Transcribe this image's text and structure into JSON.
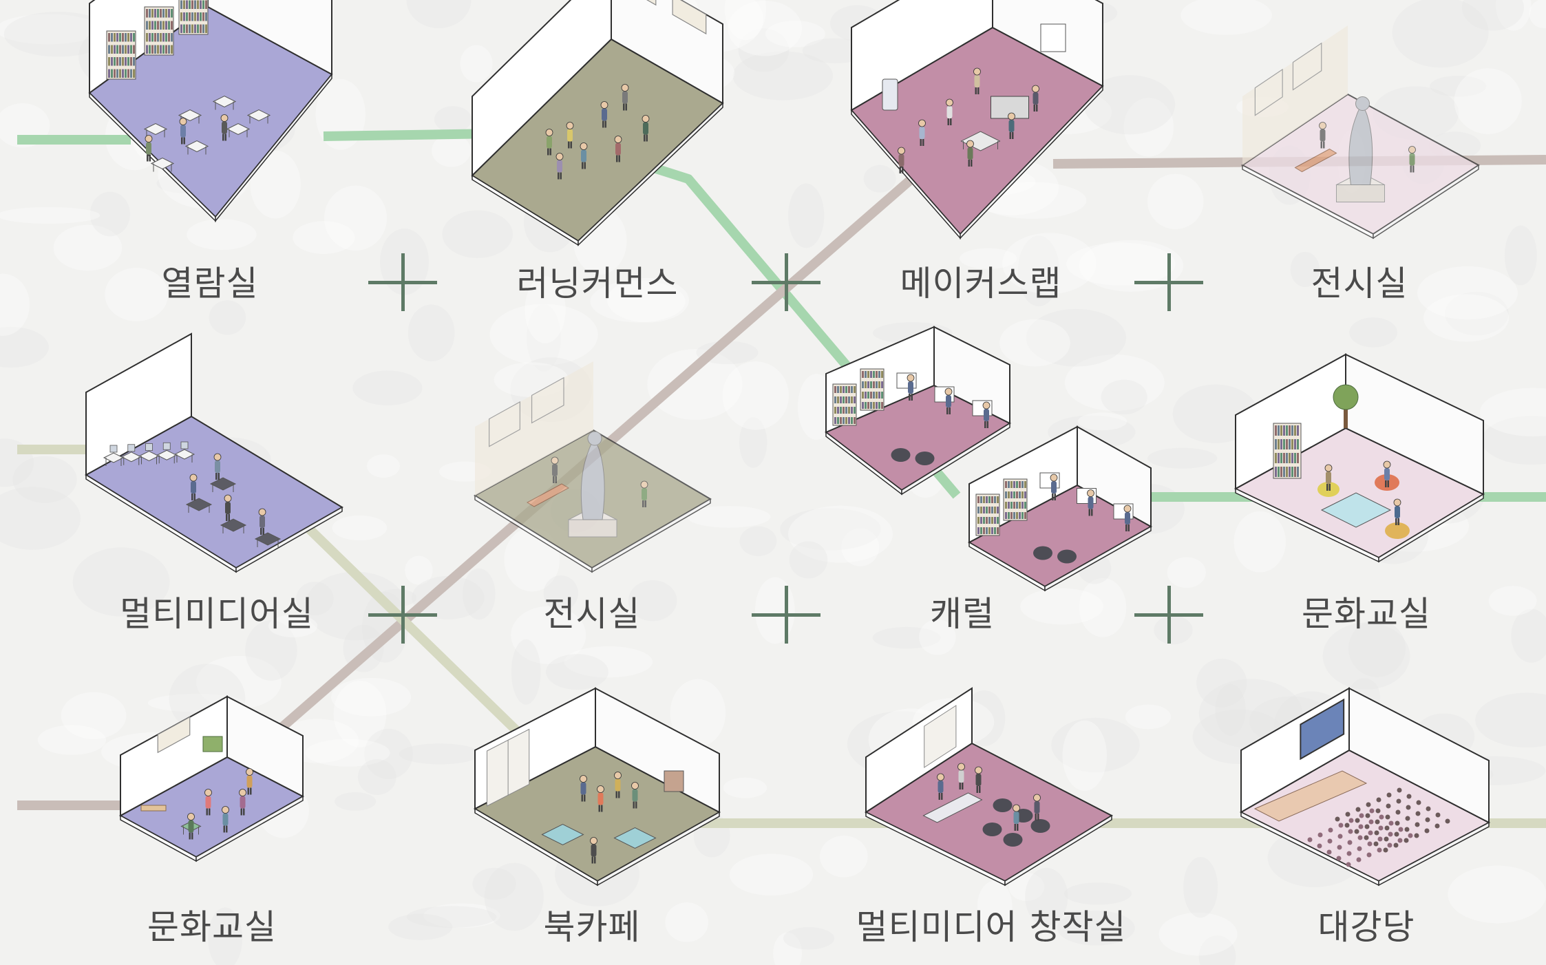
{
  "colors": {
    "background": "#f2f2f0",
    "line_green": "#a6d6ae",
    "line_taupe": "#c9bdb8",
    "line_olive": "#d6d9c1",
    "floor_lavender": "#aaa7d6",
    "floor_khaki": "#aaa98f",
    "floor_mauve": "#c28ea7",
    "floor_pink": "#eedde6",
    "plus_mark": "#5e7a66",
    "label_text": "#4a4a4a"
  },
  "rooms": [
    {
      "id": "reading-room",
      "label": "열람실",
      "floor": "lavender",
      "furnishing": "bookshelves, study tables"
    },
    {
      "id": "learning-commons",
      "label": "러닝커먼스",
      "floor": "khaki",
      "furnishing": "standing people, wall art"
    },
    {
      "id": "makers-lab",
      "label": "메이커스랩",
      "floor": "mauve",
      "furnishing": "3D printer, workbench, whiteboard"
    },
    {
      "id": "exhibition-hall-1",
      "label": "전시실",
      "floor": "pink",
      "furnishing": "statue, bench, wall art"
    },
    {
      "id": "multimedia-room",
      "label": "멀티미디어실",
      "floor": "lavender",
      "furnishing": "computer desks"
    },
    {
      "id": "exhibition-hall-2",
      "label": "전시실",
      "floor": "khaki",
      "furnishing": "statue, bench, wall art"
    },
    {
      "id": "carrel",
      "label": "캐럴",
      "floor": "mauve",
      "furnishing": "bookshelves, carrel desks, bean bags"
    },
    {
      "id": "culture-class-1",
      "label": "문화교실",
      "floor": "pink",
      "furnishing": "bookshelf, plant, bean bags"
    },
    {
      "id": "culture-class-2",
      "label": "문화교실",
      "floor": "lavender",
      "furnishing": "children, plants, small table"
    },
    {
      "id": "book-cafe",
      "label": "북카페",
      "floor": "khaki",
      "furnishing": "windows, tables, shelves"
    },
    {
      "id": "multimedia-studio",
      "label": "멀티미디어 창작실",
      "floor": "mauve",
      "furnishing": "window, bean bags, table"
    },
    {
      "id": "auditorium",
      "label": "대강당",
      "floor": "pink",
      "furnishing": "screen, stage, seat rows"
    }
  ]
}
